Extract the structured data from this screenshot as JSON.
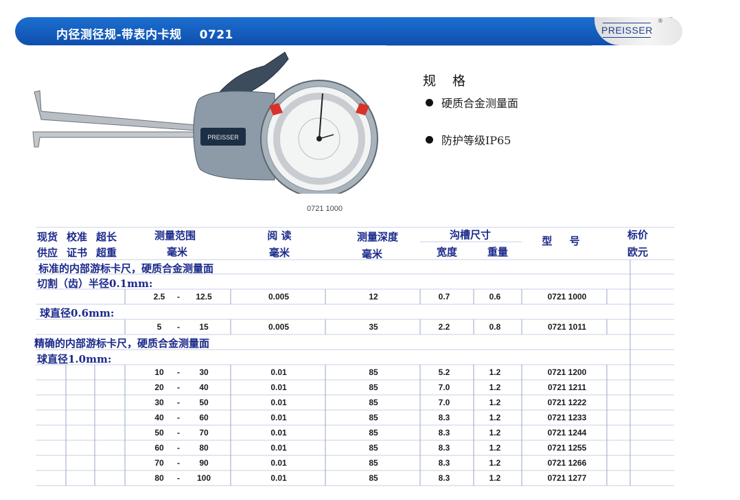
{
  "header": {
    "title": "内径测径规-带表内卡规",
    "code": "0721",
    "brand": "PREISSER",
    "registered": "®"
  },
  "image": {
    "caption": "0721 1000",
    "body_brand": "PREISSER"
  },
  "spec": {
    "title": "规 格",
    "items": [
      "硬质合金测量面",
      "防护等级IP65"
    ]
  },
  "table": {
    "headers": {
      "stock": [
        "现货",
        "供应"
      ],
      "calib": [
        "校准",
        "证书"
      ],
      "over": [
        "超长",
        "超重"
      ],
      "range": [
        "测量范围",
        "毫米"
      ],
      "reading": [
        "阅 读",
        "毫米"
      ],
      "depth": [
        "测量深度",
        "毫米"
      ],
      "groove": "沟槽尺寸",
      "groove_w": "宽度",
      "groove_weight": "重量",
      "model": "型 号",
      "price": [
        "标价",
        "欧元"
      ]
    },
    "sections": [
      {
        "lines": [
          "标准的内部游标卡尺，硬质合金测量面",
          "切割（齿）半径0.1mm:"
        ]
      },
      {
        "lines": [
          "球直径0.6mm:"
        ]
      },
      {
        "lines": [
          "精确的内部游标卡尺，硬质合金测量面",
          "球直径1.0mm:"
        ]
      }
    ],
    "rows": [
      {
        "from": "2.5",
        "dash": "-",
        "to": "12.5",
        "reading": "0.005",
        "depth": "12",
        "width": "0.7",
        "weight": "0.6",
        "model": "0721 1000"
      },
      {
        "from": "5",
        "dash": "-",
        "to": "15",
        "reading": "0.005",
        "depth": "35",
        "width": "2.2",
        "weight": "0.8",
        "model": "0721 1011"
      },
      {
        "from": "10",
        "dash": "-",
        "to": "30",
        "reading": "0.01",
        "depth": "85",
        "width": "5.2",
        "weight": "1.2",
        "model": "0721 1200"
      },
      {
        "from": "20",
        "dash": "-",
        "to": "40",
        "reading": "0.01",
        "depth": "85",
        "width": "7.0",
        "weight": "1.2",
        "model": "0721 1211"
      },
      {
        "from": "30",
        "dash": "-",
        "to": "50",
        "reading": "0.01",
        "depth": "85",
        "width": "7.0",
        "weight": "1.2",
        "model": "0721 1222"
      },
      {
        "from": "40",
        "dash": "-",
        "to": "60",
        "reading": "0.01",
        "depth": "85",
        "width": "8.3",
        "weight": "1.2",
        "model": "0721 1233"
      },
      {
        "from": "50",
        "dash": "-",
        "to": "70",
        "reading": "0.01",
        "depth": "85",
        "width": "8.3",
        "weight": "1.2",
        "model": "0721 1244"
      },
      {
        "from": "60",
        "dash": "-",
        "to": "80",
        "reading": "0.01",
        "depth": "85",
        "width": "8.3",
        "weight": "1.2",
        "model": "0721 1255"
      },
      {
        "from": "70",
        "dash": "-",
        "to": "90",
        "reading": "0.01",
        "depth": "85",
        "width": "8.3",
        "weight": "1.2",
        "model": "0721 1266"
      },
      {
        "from": "80",
        "dash": "-",
        "to": "100",
        "reading": "0.01",
        "depth": "85",
        "width": "8.3",
        "weight": "1.2",
        "model": "0721 1277"
      }
    ]
  }
}
